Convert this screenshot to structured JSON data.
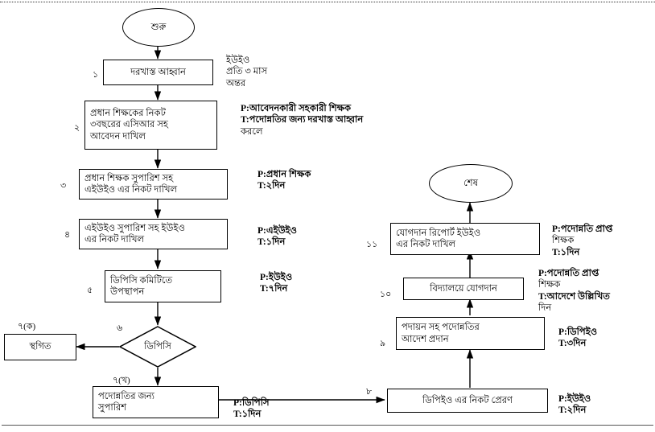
{
  "diagram": {
    "title_present": false,
    "language": "bn",
    "nodes": [
      {
        "id": "start",
        "type": "ellipse",
        "label": "শুরু"
      },
      {
        "id": "n1",
        "type": "process",
        "step": "১",
        "lines": [
          "দরখাস্ত আহ্বান"
        ]
      },
      {
        "id": "n2",
        "type": "process",
        "step": "২",
        "lines": [
          "প্রধান শিক্ষকের নিকট",
          "৩বছরের এসিআর সহ",
          "আবেদন দাখিল"
        ]
      },
      {
        "id": "n3",
        "type": "process",
        "step": "৩",
        "lines": [
          "প্রধান শিক্ষক সুপারিশ সহ",
          "এইউইও এর নিকট দাখিল"
        ]
      },
      {
        "id": "n4",
        "type": "process",
        "step": "৪",
        "lines": [
          "এইউইও সুপারিশ সহ ইউইও",
          "এর নিকট দাখিল"
        ]
      },
      {
        "id": "n5",
        "type": "process",
        "step": "৫",
        "lines": [
          "ডিপিসি কমিটিতে",
          "উপস্থাপন"
        ]
      },
      {
        "id": "n6",
        "type": "decision",
        "step": "৬",
        "lines": [
          "ডিপিসি"
        ]
      },
      {
        "id": "n7a",
        "type": "process",
        "step": "৭(ক)",
        "lines": [
          "স্থগিত"
        ]
      },
      {
        "id": "n7b",
        "type": "process",
        "step": "৭(খ)",
        "lines": [
          "পদোন্নতির জন্য",
          "সুপারিশ"
        ]
      },
      {
        "id": "n8",
        "type": "process",
        "step": "৮",
        "lines": [
          "ডিপিইও এর নিকট প্রেরণ"
        ]
      },
      {
        "id": "n9",
        "type": "process",
        "step": "৯",
        "lines": [
          "পদায়ন সহ পদোন্নতির",
          "আদেশ প্রদান"
        ]
      },
      {
        "id": "n10",
        "type": "process",
        "step": "১০",
        "lines": [
          "বিদ্যালয়ে যোগদান"
        ]
      },
      {
        "id": "n11",
        "type": "process",
        "step": "১১",
        "lines": [
          "যোগদান রিপোর্ট ইউইও",
          "এর নিকট দাখিল"
        ]
      },
      {
        "id": "end",
        "type": "ellipse",
        "label": "শেষ"
      }
    ],
    "annotations": [
      {
        "for": "n1",
        "lines": [
          "ইউইও",
          "প্রতি ৩ মাস",
          "অন্তর"
        ]
      },
      {
        "for": "n2",
        "lines": [
          "P:আবেদনকারী সহকারী শিক্ষক",
          "T:পদোন্নতির জন্য দরখাস্ত আহ্বান",
          "করলে"
        ]
      },
      {
        "for": "n3",
        "lines": [
          "P:প্রধান শিক্ষক",
          "T:২দিন"
        ]
      },
      {
        "for": "n4",
        "lines": [
          "P:এইউইও",
          "T:১দিন"
        ]
      },
      {
        "for": "n5",
        "lines": [
          "P:ইউইও",
          "T:৭দিন"
        ]
      },
      {
        "for": "n7b",
        "lines": [
          "P:ডিপিসি",
          "T:১দিন"
        ]
      },
      {
        "for": "n8",
        "lines": [
          "P:ইউইও",
          "T:২দিন"
        ]
      },
      {
        "for": "n9",
        "lines": [
          "P:ডিপিইও",
          "T:৩দিন"
        ]
      },
      {
        "for": "n10",
        "lines": [
          "P:পদোন্নতি প্রাপ্ত",
          "শিক্ষক",
          "T:আদেশে উল্লিখিত",
          "দিন"
        ]
      },
      {
        "for": "n11",
        "lines": [
          "P:পদোন্নতি প্রাপ্ত",
          "শিক্ষক",
          "T:১দিন"
        ]
      }
    ],
    "colors": {
      "stroke": "#000000",
      "background": "#ffffff",
      "text": "#000000"
    }
  }
}
